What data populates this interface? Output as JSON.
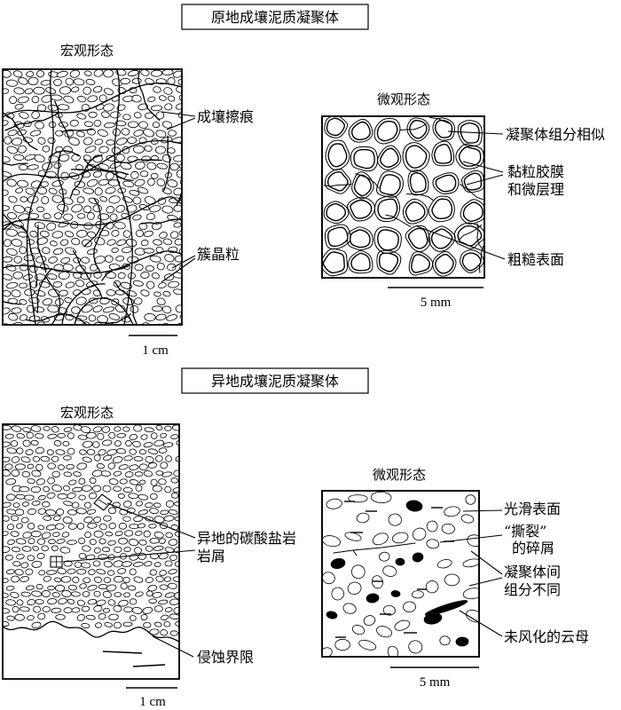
{
  "in_situ": {
    "title": "原地成壤泥质凝聚体",
    "macro": {
      "heading": "宏观形态",
      "label_slickensides": "成壤擦痕",
      "label_clustered_grains": "簇晶粒",
      "scale": "1 cm"
    },
    "micro": {
      "heading": "微观形态",
      "label_similar": "凝聚体组分相似",
      "label_coatings_line1": "黏粒胶膜",
      "label_coatings_line2": "和微层理",
      "label_rough": "粗糙表面",
      "scale": "5 mm"
    }
  },
  "transported": {
    "title": "异地成壤泥质凝聚体",
    "macro": {
      "heading": "宏观形态",
      "label_carbonate_line1": "异地的碳酸盐岩",
      "label_carbonate_line2": "岩屑",
      "label_erosion": "侵蚀界限",
      "scale": "1 cm"
    },
    "micro": {
      "heading": "微观形态",
      "label_smooth": "光滑表面",
      "label_torn_line1": "“撕裂”",
      "label_torn_line2": "的碎屑",
      "label_different_line1": "凝聚体间",
      "label_different_line2": "组分不同",
      "label_mica": "未风化的云母",
      "scale": "5 mm"
    }
  }
}
